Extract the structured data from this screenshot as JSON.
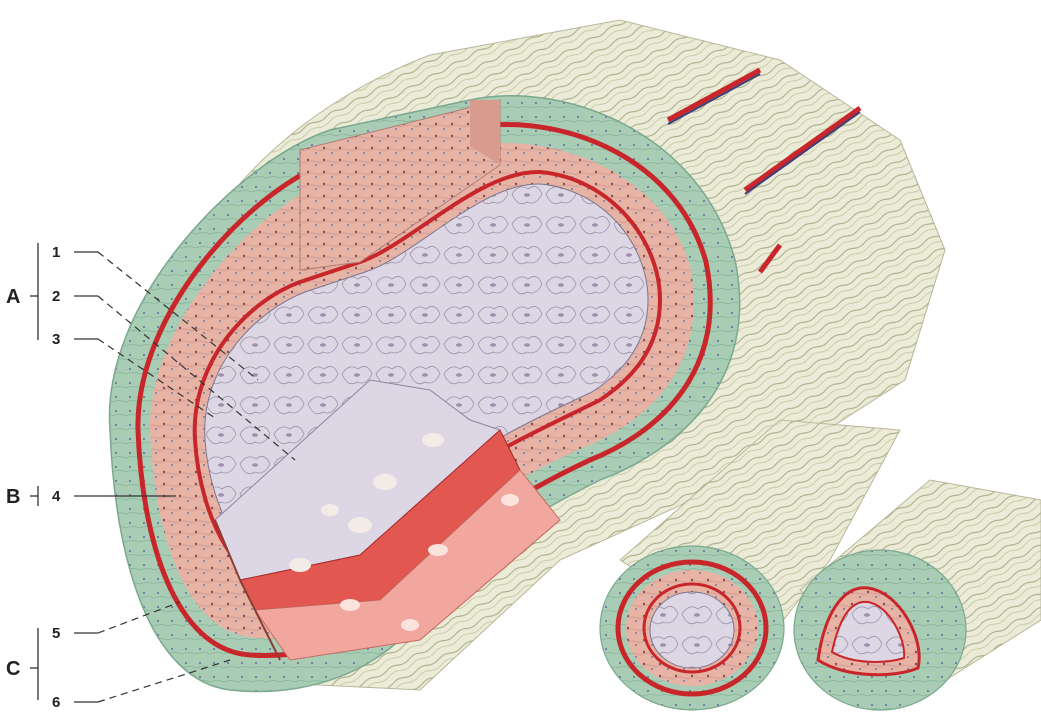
{
  "groups": [
    {
      "letter": "A",
      "numbers": [
        "1",
        "2",
        "3"
      ]
    },
    {
      "letter": "B",
      "numbers": [
        "4"
      ]
    },
    {
      "letter": "C",
      "numbers": [
        "5",
        "6"
      ]
    }
  ],
  "colors": {
    "adventitia": "#a9cdb4",
    "adventitia_fiber": "#c9d0a6",
    "media": "#e6b3a4",
    "elastic_lamina": "#c8262a",
    "intima": "#ddd6e4",
    "cut_face": "#e2574f",
    "cell_hole": "#f3ece6",
    "vein": "#3e3f78"
  }
}
